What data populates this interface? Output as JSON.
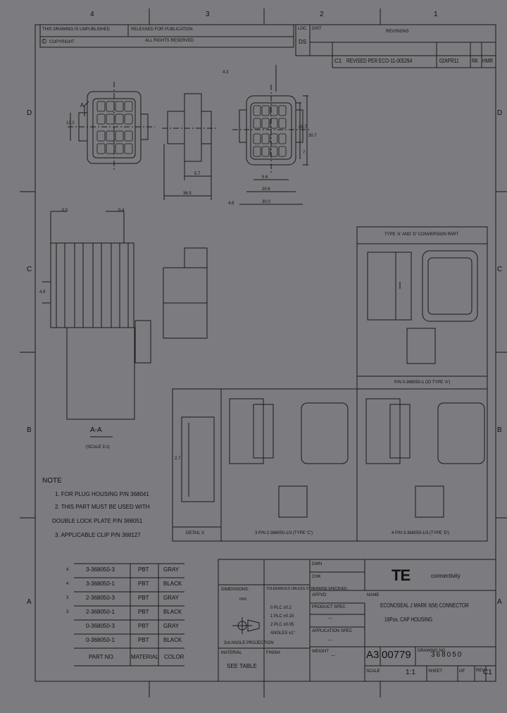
{
  "zones": {
    "top": [
      "4",
      "3",
      "2",
      "1"
    ],
    "left": [
      "D",
      "C",
      "B",
      "A"
    ],
    "right": [
      "D",
      "C",
      "B",
      "A"
    ]
  },
  "header": {
    "drawing_unpublished": "THIS DRAWING IS UNPUBLISHED",
    "release_notice": "RELEASED FOR PUBLICATION",
    "copyright_mark": "©",
    "copyright": "COPYRIGHT",
    "rights": "ALL RIGHTS RESERVED",
    "loc_label": "LOC",
    "loc_value": "DS",
    "dist_label": "DIST",
    "revisions_title": "REVISIONS"
  },
  "revision": {
    "ltr": "C1",
    "description": "REVISED PER ECO-11-005294",
    "date": "02APR11",
    "dwn": "RK",
    "apvd": "HMR"
  },
  "dimensions": {
    "front_height": "13.1",
    "side_top": "5.7",
    "side_bottom": "36.5",
    "right_overall": "4.3",
    "right_h1": "26.7",
    "right_h2": "30.7",
    "right_small": "7",
    "bottom_1": "5.6",
    "bottom_2": "20.6",
    "bottom_3": "30.0",
    "bottom_left": "4.8",
    "section_top_1": "0.5",
    "section_top_2": "0.4",
    "section_left": "4.9",
    "detail_dim": "2.7"
  },
  "views": {
    "front_a": "A",
    "section_label": "A-A",
    "section_scale": "(SCALE 3:1)",
    "conversion_title": "TYPE 'A' AND 'D' CONVERSION PART",
    "conversion_pn": "P/N 0-368050-1 (ID TYPE 'A')",
    "detail_label": "DETAIL X",
    "variant_1": "3 P/N 2-368050-1/3 (TYPE 'C')",
    "variant_2": "4 P/N 3-368050-1/3 (TYPE 'D')"
  },
  "notes": {
    "heading": "NOTE",
    "items": [
      "1. FOR PLUG HOUSING P/N 368041",
      "2. THIS PART MUST BE USED WITH",
      "DOUBLE LOCK PLATE P/N 368051",
      "3. APPLICABLE CLIP P/N 368127"
    ]
  },
  "parts_table": {
    "rows": [
      {
        "mark": "4",
        "part": "3-368050-3",
        "material": "PBT",
        "color": "GRAY"
      },
      {
        "mark": "4",
        "part": "3-368050-1",
        "material": "PBT",
        "color": "BLACK"
      },
      {
        "mark": "3",
        "part": "2-368050-3",
        "material": "PBT",
        "color": "GRAY"
      },
      {
        "mark": "3",
        "part": "2-368050-1",
        "material": "PBT",
        "color": "BLACK"
      },
      {
        "mark": "",
        "part": "0-368050-3",
        "material": "PBT",
        "color": "GRAY"
      },
      {
        "mark": "",
        "part": "0-368050-1",
        "material": "PBT",
        "color": "BLACK"
      }
    ],
    "headers": {
      "part": "PART NO.",
      "material": "MATERIAL",
      "color": "COLOR"
    }
  },
  "title_block": {
    "dimensions_label": "DIMENSIONS:",
    "dimensions_unit": "mm",
    "tolerances_label": "TOLERANCES UNLESS OTHERWISE SPECIFIED:",
    "tol_rows": [
      "0 PLC ±0.2",
      "1 PLC ±0.15",
      "2 PLC ±0.05",
      "ANGLES ±1°"
    ],
    "projection": "3rd ANGLE PROJECTION",
    "material_label": "MATERIAL",
    "material_value": "SEE TABLE",
    "finish_label": "FINISH",
    "dwn_label": "DWN",
    "chk_label": "CHK",
    "appvd_label": "APPVD",
    "product_spec": "PRODUCT SPEC",
    "application_spec": "APPLICATION SPEC",
    "weight_label": "WEIGHT",
    "dash": "---",
    "company": "TE",
    "company_sub": "connectivity",
    "name_label": "NAME",
    "name_line1": "ECONOSEAL J MARK II(M) CONNECTOR",
    "name_line2": "16Pos. CAP HOUSING",
    "size_value": "A3",
    "cage_code": "00779",
    "drawing_no_label": "DRAWING NO",
    "drawing_no": "368050",
    "scale_label": "SCALE",
    "scale_value": "1:1",
    "sheet_label": "SHEET",
    "of_label": "OF",
    "rev_label": "REV",
    "rev_value": "C1"
  }
}
